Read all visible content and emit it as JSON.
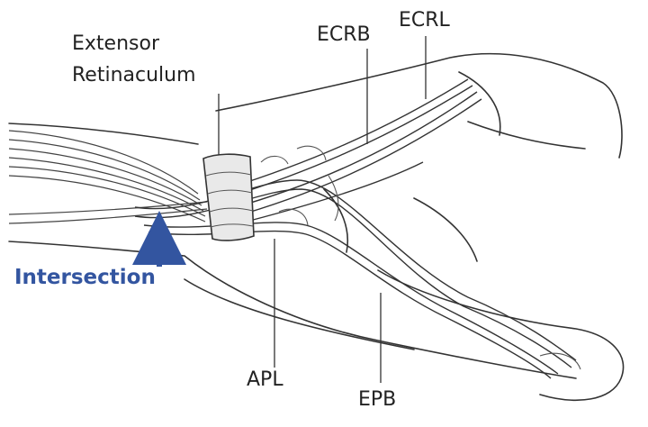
{
  "labels": {
    "extensor_line1": "Extensor",
    "extensor_line2": "Retinaculum",
    "ecrb": "ECRB",
    "ecrl": "ECRL",
    "intersection": "Intersection",
    "apl": "APL",
    "epb": "EPB"
  },
  "colors": {
    "ink": "#222222",
    "accent": "#3355a0",
    "tendon_fill": "#e9e9e9",
    "skin_fill": "#ffffff"
  }
}
